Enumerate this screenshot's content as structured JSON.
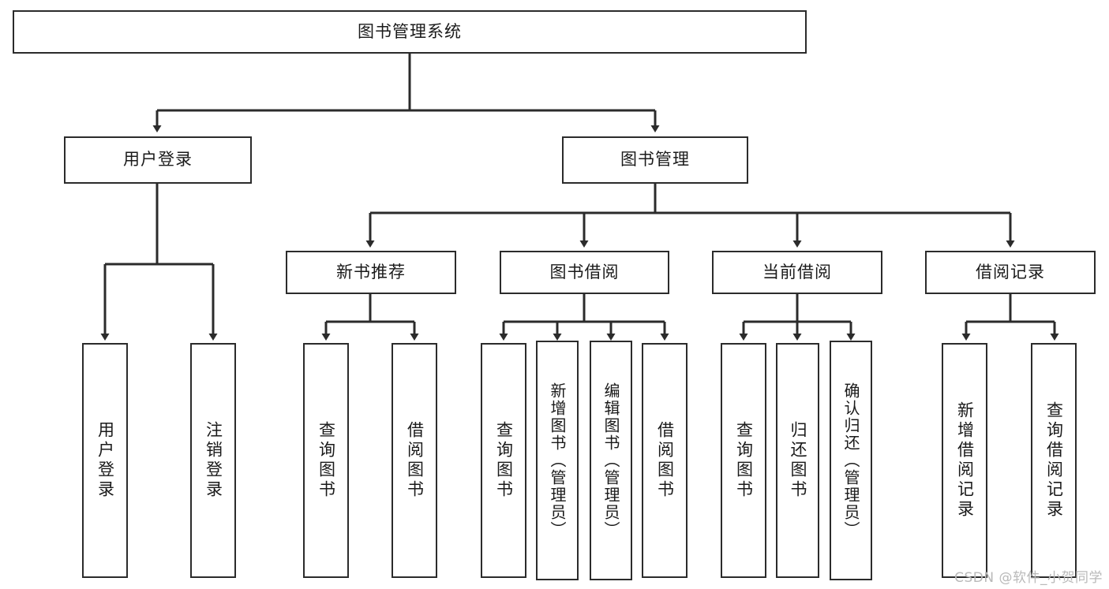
{
  "diagram": {
    "title": "图书管理系统",
    "type": "tree-hierarchy-chart",
    "orientation": "top-down",
    "colors": {
      "stroke": "#2b2b2b",
      "fill": "#ffffff",
      "text": "#1a1a1a",
      "watermark": "#b9b9b9"
    },
    "root": {
      "label": "图书管理系统"
    },
    "level2": [
      {
        "label": "用户登录"
      },
      {
        "label": "图书管理"
      }
    ],
    "level3": [
      {
        "label": "新书推荐"
      },
      {
        "label": "图书借阅"
      },
      {
        "label": "当前借阅"
      },
      {
        "label": "借阅记录"
      }
    ],
    "leaves": {
      "user_login": [
        {
          "label": "用户登录"
        },
        {
          "label": "注销登录"
        }
      ],
      "new_book_recommend": [
        {
          "label": "查询图书"
        },
        {
          "label": "借阅图书"
        }
      ],
      "book_borrow": [
        {
          "label": "查询图书"
        },
        {
          "label": "新增图书（管理员）"
        },
        {
          "label": "编辑图书（管理员）"
        },
        {
          "label": "借阅图书"
        }
      ],
      "current_borrow": [
        {
          "label": "查询图书"
        },
        {
          "label": "归还图书"
        },
        {
          "label": "确认归还（管理员）"
        }
      ],
      "borrow_record": [
        {
          "label": "新增借阅记录"
        },
        {
          "label": "查询借阅记录"
        }
      ]
    }
  },
  "watermark": {
    "text": "CSDN @软件_小贺同学"
  }
}
